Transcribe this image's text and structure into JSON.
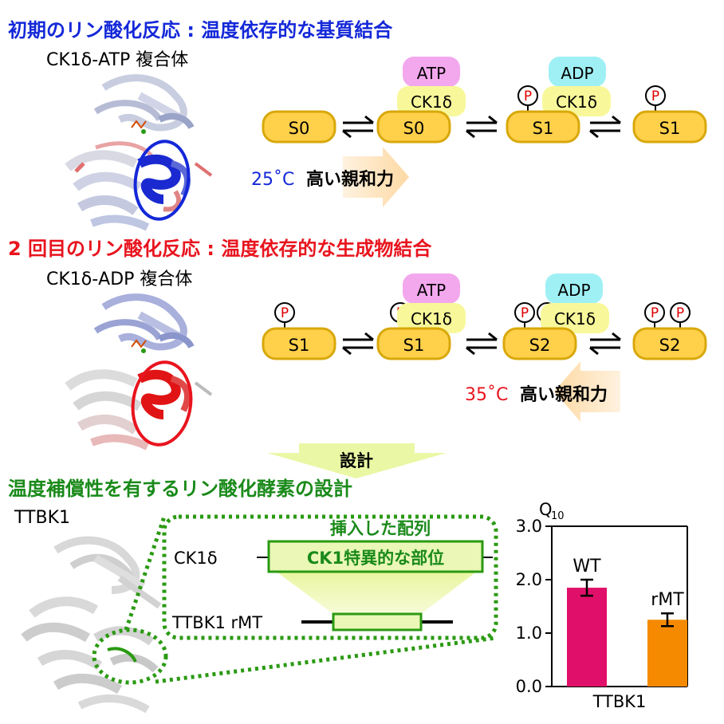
{
  "section1": {
    "heading": "初期のリン酸化反応 : 温度依存的な基質結合",
    "complex_label": "CK1δ-ATP 複合体",
    "states": [
      {
        "substrate": "S0",
        "phospho": [],
        "nucleotide": "",
        "enzyme": ""
      },
      {
        "substrate": "S0",
        "phospho": [],
        "nucleotide": "ATP",
        "enzyme": "CK1δ"
      },
      {
        "substrate": "S1",
        "phospho": [
          "P"
        ],
        "nucleotide": "ADP",
        "enzyme": "CK1δ"
      },
      {
        "substrate": "S1",
        "phospho": [
          "P"
        ],
        "nucleotide": "",
        "enzyme": ""
      }
    ],
    "affinity_temp": "25˚C",
    "affinity_text": "高い親和力"
  },
  "section2": {
    "heading": "2 回目のリン酸化反応 : 温度依存的な生成物結合",
    "complex_label": "CK1δ-ADP 複合体",
    "states": [
      {
        "substrate": "S1",
        "phospho": [
          "P"
        ],
        "nucleotide": "",
        "enzyme": ""
      },
      {
        "substrate": "S1",
        "phospho": [
          "P"
        ],
        "nucleotide": "ATP",
        "enzyme": "CK1δ"
      },
      {
        "substrate": "S2",
        "phospho": [
          "P",
          "P"
        ],
        "nucleotide": "ADP",
        "enzyme": "CK1δ"
      },
      {
        "substrate": "S2",
        "phospho": [
          "P",
          "P"
        ],
        "nucleotide": "",
        "enzyme": ""
      }
    ],
    "affinity_temp": "35˚C",
    "affinity_text": "高い親和力"
  },
  "design_arrow_label": "設計",
  "section3": {
    "heading": "温度補償性を有するリン酸化酵素の設計",
    "protein_label": "TTBK1",
    "inserted_label": "挿入した配列",
    "ck1_label": "CK1δ",
    "ck1_region": "CK1特異的な部位",
    "ttbk_label": "TTBK1 rMT"
  },
  "chart_data": {
    "type": "bar",
    "ylabel": "Q10",
    "ylabel_main": "Q",
    "ylabel_sub": "10",
    "xlabel": "TTBK1",
    "ylim": [
      0,
      3
    ],
    "yticks": [
      "0.0",
      "1.0",
      "2.0",
      "3.0"
    ],
    "categories": [
      "WT",
      "rMT"
    ],
    "values": [
      1.85,
      1.25
    ],
    "errors": [
      0.15,
      0.12
    ],
    "colors": [
      "#e0106a",
      "#f58a00"
    ]
  },
  "colors": {
    "heading1": "#1428d8",
    "heading2": "#e8141e",
    "heading3": "#1a8a1a",
    "substrate_fill": "#ffd04a",
    "substrate_stroke": "#d8a80a",
    "atp_fill": "#f3a8ee",
    "adp_fill": "#9ff0f4",
    "enzyme_fill": "#f8f89a",
    "arrow_fill": "#fdd9a4",
    "design_arrow": "#eaf7a4",
    "green": "#2a9a12"
  }
}
